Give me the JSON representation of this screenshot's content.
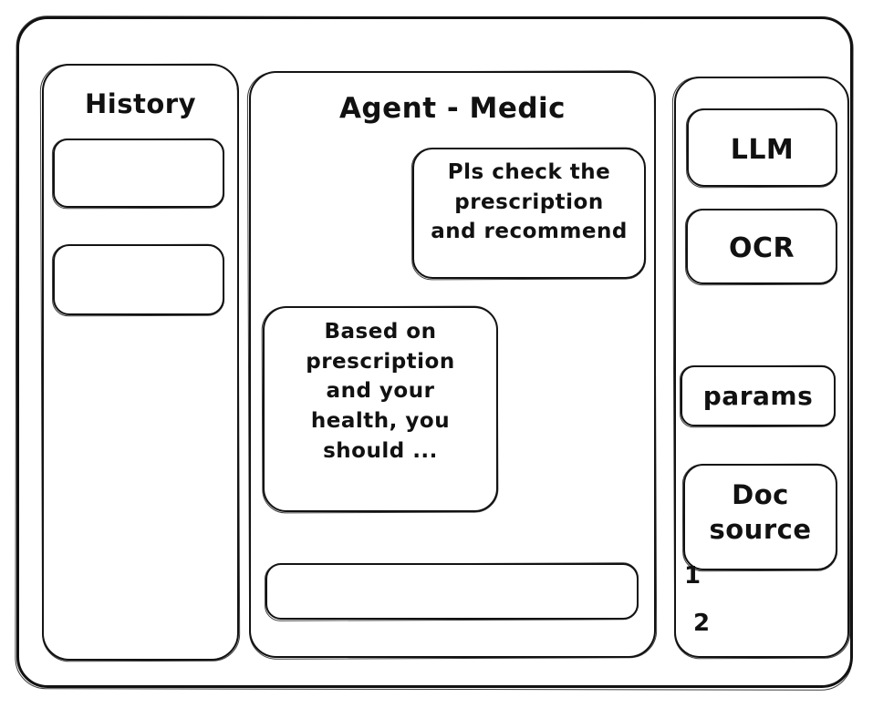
{
  "window": {
    "frame_label": "app-window"
  },
  "colors": {
    "stroke": "#111111",
    "background": "#ffffff",
    "placeholder": "#9a9a9a"
  },
  "history": {
    "title": "History",
    "items": [
      {
        "label": ""
      },
      {
        "label": ""
      }
    ]
  },
  "agent": {
    "title": "Agent - Medic",
    "messages": [
      {
        "role": "user",
        "align": "right",
        "text": "Pls check the\nprescription\nand recommend"
      },
      {
        "role": "assistant",
        "align": "left",
        "text": "Based on\nprescription\nand your\nhealth, you\nshould ..."
      }
    ],
    "composer": {
      "value": "",
      "placeholder": ""
    }
  },
  "tools": {
    "buttons": [
      {
        "label": "LLM"
      },
      {
        "label": "OCR"
      },
      {
        "label": "params"
      },
      {
        "label": "Doc\nsource"
      }
    ],
    "doc_sources": [
      {
        "label": "1"
      },
      {
        "label": "2"
      }
    ]
  }
}
